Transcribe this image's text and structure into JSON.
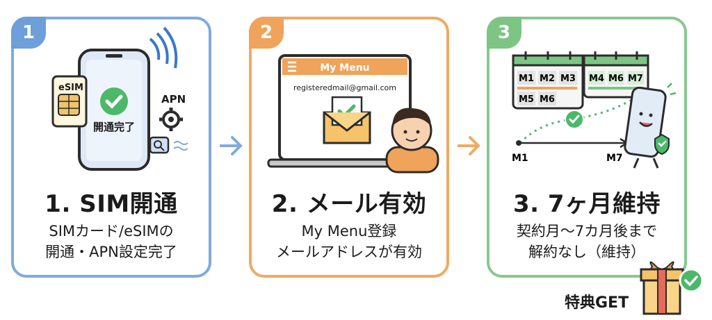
{
  "steps": [
    {
      "number": "1",
      "title": "1. SIM開通",
      "desc_lines": [
        "SIMカード/eSIMの",
        "開通・APN設定完了"
      ],
      "illustration": {
        "esim_label": "eSIM",
        "apn_label": "APN",
        "screen_text": "開通完了"
      }
    },
    {
      "number": "2",
      "title": "2. メール有効",
      "desc_lines": [
        "My Menu登録",
        "メールアドレスが有効"
      ],
      "illustration": {
        "menu_title": "My Menu",
        "email": "registeredmail@gmail.com"
      }
    },
    {
      "number": "3",
      "title": "3. 7ヶ月維持",
      "desc_lines": [
        "契約月〜7カ月後まで",
        "解約なし（維持）"
      ],
      "illustration": {
        "calendar1_months": [
          "M1",
          "M2",
          "M3",
          "M5",
          "M6"
        ],
        "calendar2_months": [
          "M4",
          "M6",
          "M7"
        ],
        "timeline_start": "M1",
        "timeline_end": "M7"
      }
    }
  ],
  "reward_label": "特典GET",
  "colors": {
    "blue": "#6d9fd9",
    "orange": "#f0a35a",
    "green": "#7cc583"
  }
}
